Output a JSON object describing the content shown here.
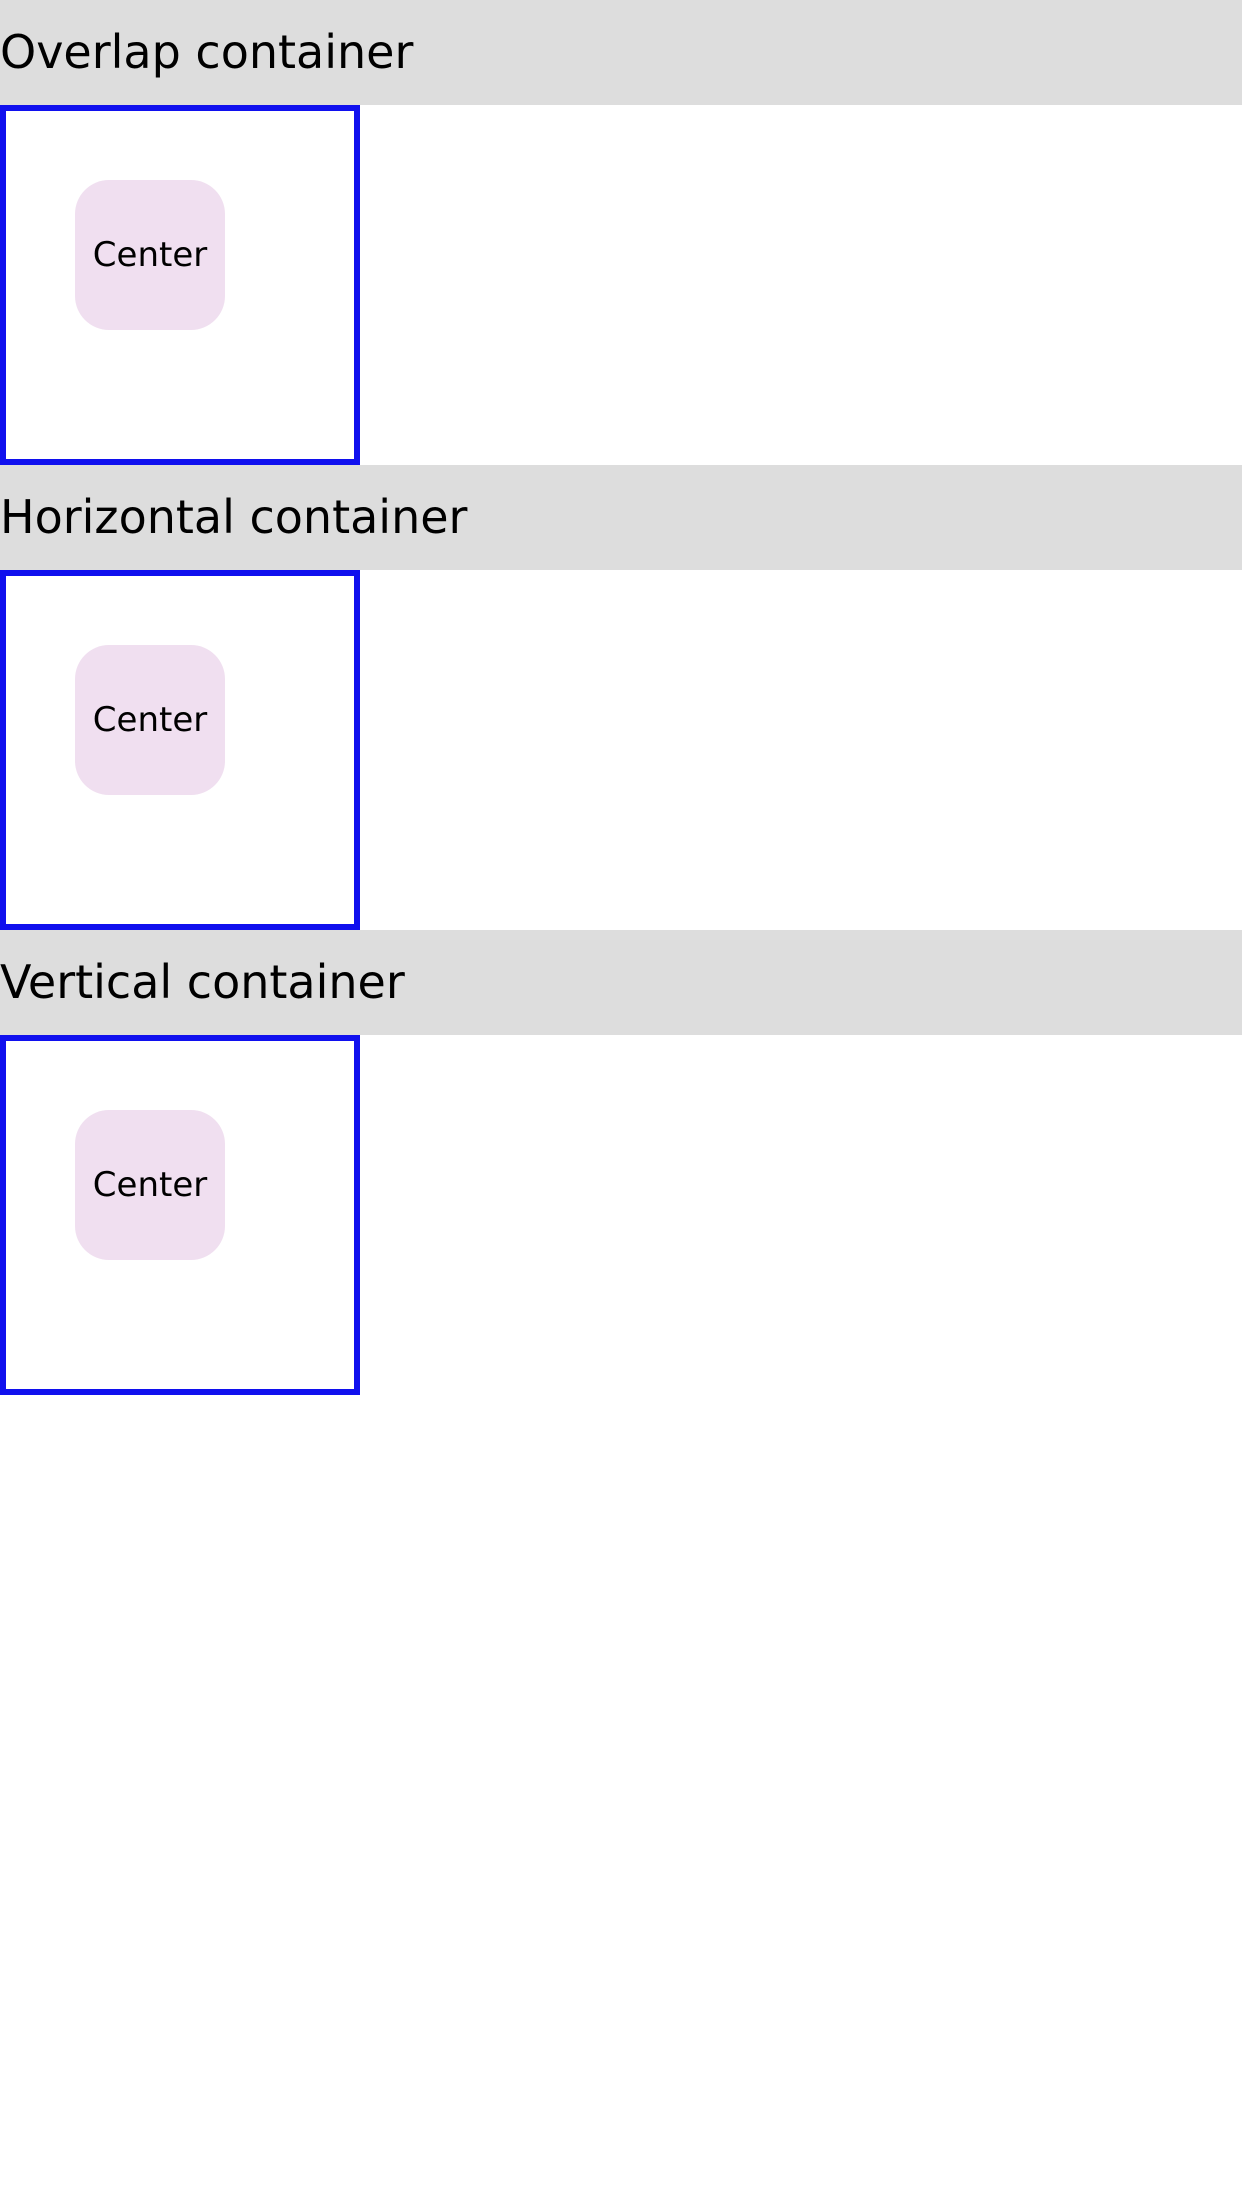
{
  "sections": [
    {
      "title": "Overlap container",
      "item_label": "Center"
    },
    {
      "title": "Horizontal container",
      "item_label": "Center"
    },
    {
      "title": "Vertical container",
      "item_label": "Center"
    }
  ],
  "colors": {
    "header_background": "#dddddd",
    "container_border": "#1010ee",
    "item_background": "#f0dff0",
    "page_background": "#ffffff"
  }
}
